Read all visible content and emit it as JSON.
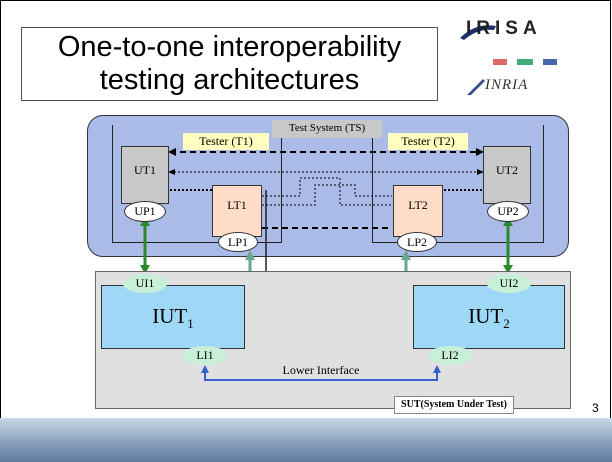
{
  "title": {
    "line1": "One-to-one interoperability",
    "line2": "testing architectures"
  },
  "logos": {
    "irisa": "IRISA",
    "inria": "INRIA"
  },
  "test_system": {
    "label": "Test System (TS)",
    "tester1": "Tester (T1)",
    "tester2": "Tester (T2)",
    "ut1": "UT1",
    "ut2": "UT2",
    "lt1": "LT1",
    "lt2": "LT2",
    "up1": "UP1",
    "up2": "UP2",
    "lp1": "LP1",
    "lp2": "LP2"
  },
  "sut": {
    "iut1": "IUT",
    "iut1_sub": "1",
    "iut2": "IUT",
    "iut2_sub": "2",
    "ui1": "UI1",
    "ui2": "UI2",
    "li1": "LI1",
    "li2": "LI2",
    "lower_interface": "Lower Interface",
    "label": "SUT(System Under Test)"
  },
  "page_number": "3",
  "colors": {
    "ts_panel": "#aabbe8",
    "ut_box": "#c8c8c8",
    "lt_box": "#ffdcc8",
    "iut_box": "#9fd8f6",
    "interface": "#c8f0d8",
    "sut_panel": "#e0e0e0",
    "upper_link": "#2b8a2b",
    "lower_link": "#6aa58a",
    "lower_interface_arrow": "#3a5fd0",
    "tester_label": "#ffffc0"
  }
}
